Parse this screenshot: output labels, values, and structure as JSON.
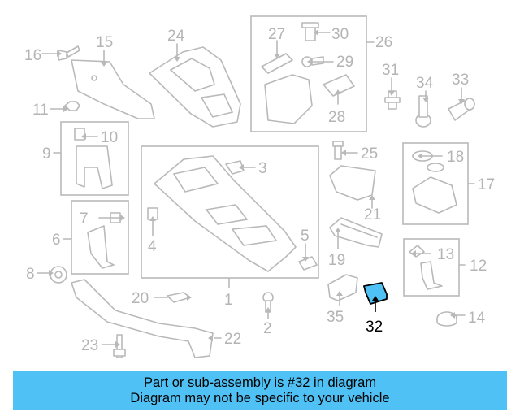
{
  "diagram": {
    "highlighted_part": "32",
    "colors": {
      "highlight_outline": "#000000",
      "highlight_fill": "#4fc1f4",
      "other_parts": "#b4b4b4"
    },
    "callouts": {
      "c1": "1",
      "c2": "2",
      "c3": "3",
      "c4": "4",
      "c5": "5",
      "c6": "6",
      "c7": "7",
      "c8": "8",
      "c9": "9",
      "c10": "10",
      "c11": "11",
      "c12": "12",
      "c13": "13",
      "c14": "14",
      "c15": "15",
      "c16": "16",
      "c17": "17",
      "c18": "18",
      "c19": "19",
      "c20": "20",
      "c21": "21",
      "c22": "22",
      "c23": "23",
      "c24": "24",
      "c25": "25",
      "c26": "26",
      "c27": "27",
      "c28": "28",
      "c29": "29",
      "c30": "30",
      "c31": "31",
      "c32": "32",
      "c33": "33",
      "c34": "34",
      "c35": "35"
    }
  },
  "banner": {
    "line1": "Part or sub-assembly is #32 in diagram",
    "line2": "Diagram may not be specific to your vehicle",
    "color": "#4fc1f4"
  }
}
